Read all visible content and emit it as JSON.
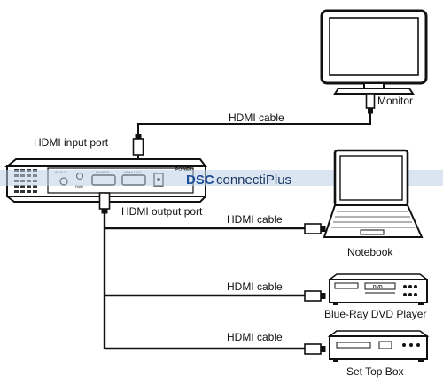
{
  "labels": {
    "monitor": "Monitor",
    "notebook": "Notebook",
    "bluray": "Blue-Ray DVD Player",
    "settop": "Set Top Box",
    "hdmi_input_port": "HDMI input port",
    "hdmi_output_port": "HDMI output port",
    "cable_monitor": "HDMI cable",
    "cable_notebook": "HDMI cable",
    "cable_bluray": "HDMI cable",
    "cable_settop": "HDMI cable"
  },
  "device_panel": {
    "port_ir_out": "IR OUT",
    "port_pair": "PAIR",
    "port_hdmi_in": "HDMI IN",
    "port_hdmi_out": "HDMI OUT",
    "port_power": "POWER"
  },
  "dvd_player": {
    "tag": "DVD"
  },
  "watermark": {
    "brand": "DSC",
    "name": "connectiPlus"
  },
  "colors": {
    "line": "#111111",
    "watermark_band": "#bccfe6",
    "watermark_brand": "#1f4f9a",
    "watermark_text": "#1d3a66"
  }
}
